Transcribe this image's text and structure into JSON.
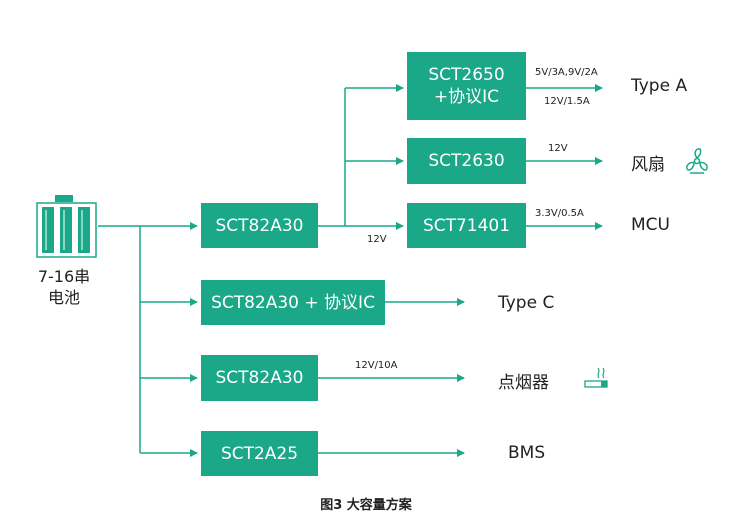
{
  "colors": {
    "box": "#1aa889",
    "line": "#1aa889",
    "text": "#222222"
  },
  "battery": {
    "label_line1": "7-16串",
    "label_line2": "电池",
    "icon": "battery-pack-icon"
  },
  "blocks": {
    "sct82a30_main": "SCT82A30",
    "sct2650_line1": "SCT2650",
    "sct2650_line2": "+协议IC",
    "sct2630": "SCT2630",
    "sct71401": "SCT71401",
    "sct82a30_protocol": "SCT82A30 + 协议IC",
    "sct82a30_cig": "SCT82A30",
    "sct2a25": "SCT2A25"
  },
  "line_labels": {
    "typea_1": "5V/3A,9V/2A",
    "typea_2": "12V/1.5A",
    "fan": "12V",
    "mcu": "3.3V/0.5A",
    "bus": "12V",
    "cig": "12V/10A"
  },
  "outputs": {
    "type_a": "Type A",
    "fan": "风扇",
    "fan_icon": "fan-icon",
    "mcu": "MCU",
    "type_c": "Type C",
    "cigarette_lighter": "点烟器",
    "cigarette_icon": "cigarette-icon",
    "bms": "BMS"
  },
  "caption": "图3  大容量方案"
}
